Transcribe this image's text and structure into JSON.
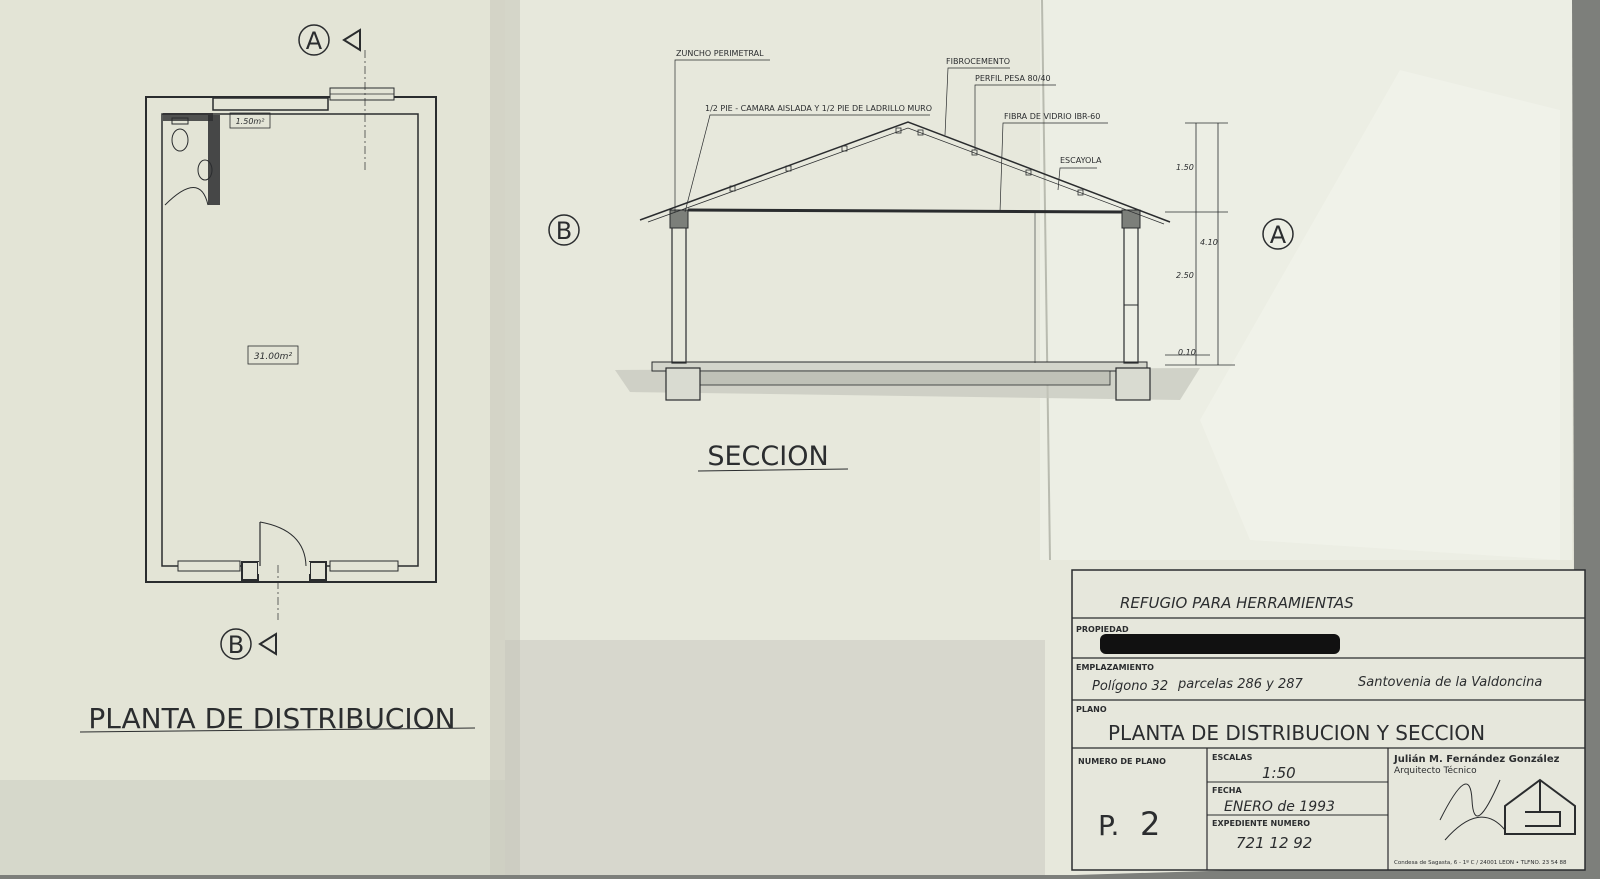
{
  "plan": {
    "section_marker_a": "A",
    "section_marker_b": "B",
    "area_wc": "1.50m²",
    "area_main": "31.00m²",
    "title": "PLANTA DE DISTRIBUCION"
  },
  "section": {
    "title": "SECCION",
    "marker_left": "B",
    "marker_right": "A",
    "callouts": {
      "zuncho": "ZUNCHO PERIMETRAL",
      "fibrocemento": "FIBROCEMENTO",
      "perfil": "PERFIL PESA 80/40",
      "camara": "1/2 PIE - CAMARA AISLADA Y 1/2 PIE DE LADRILLO MURO",
      "fibra": "FIBRA DE VIDRIO IBR-60",
      "escayola": "ESCAYOLA"
    },
    "dims": {
      "d1": "1.50",
      "d2": "4.10",
      "d3": "2.50",
      "d4": "0.10"
    }
  },
  "title_block": {
    "project": "REFUGIO PARA HERRAMIENTAS",
    "propiedad_label": "PROPIEDAD",
    "emplazamiento_label": "EMPLAZAMIENTO",
    "emplazamiento_poligono": "Polígono 32",
    "emplazamiento_parcelas": "parcelas 286 y 287",
    "emplazamiento_localidad": "Santovenia de la Valdoncina",
    "plano_label": "PLANO",
    "plano_value": "PLANTA DE DISTRIBUCION Y SECCION",
    "numero_label": "NUMERO DE PLANO",
    "numero_prefix": "P.",
    "numero_value": "2",
    "escalas_label": "ESCALAS",
    "escalas_value": "1:50",
    "fecha_label": "FECHA",
    "fecha_value": "ENERO de 1993",
    "expediente_label": "EXPEDIENTE NUMERO",
    "expediente_value": "721   12   92",
    "author_name": "Julián M. Fernández González",
    "author_title": "Arquitecto Técnico",
    "author_address": "Condesa de Sagasta, 6 - 1º C / 24001 LEON • TLFNO. 23 54 88"
  }
}
